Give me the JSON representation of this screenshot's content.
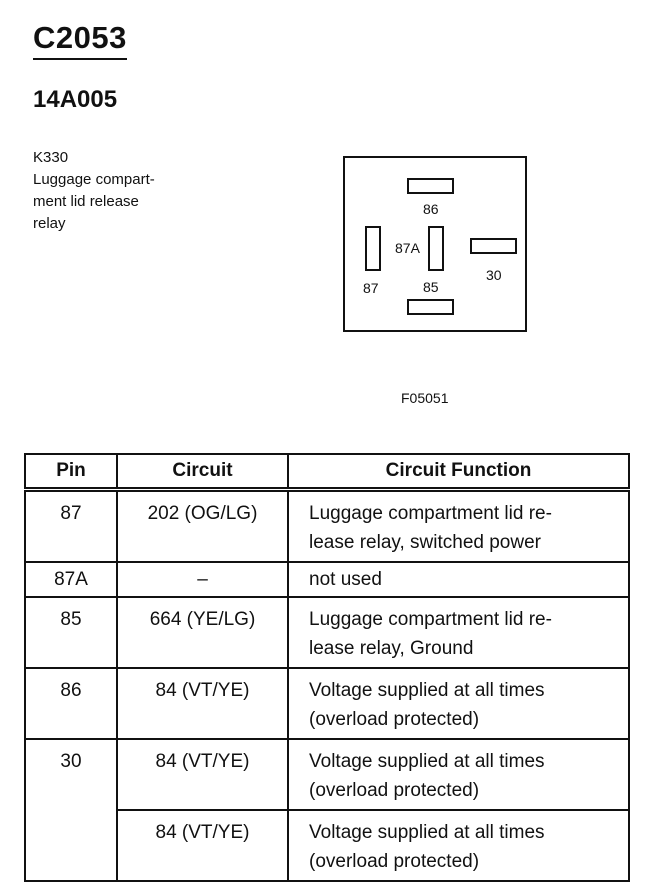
{
  "connector": "C2053",
  "part_number": "14A005",
  "component": {
    "code": "K330",
    "desc_lines": [
      "Luggage compart-",
      "ment lid release",
      "relay"
    ]
  },
  "relay_diagram": {
    "pins": [
      "86",
      "87A",
      "30",
      "87",
      "85"
    ],
    "figure_id": "F05051"
  },
  "table": {
    "headers": [
      "Pin",
      "Circuit",
      "Circuit Function"
    ],
    "rows": [
      {
        "pin": "87",
        "circuit": "202 (OG/LG)",
        "function_lines": [
          "Luggage compartment lid re-",
          "lease relay, switched power"
        ]
      },
      {
        "pin": "87A",
        "circuit": "–",
        "function_lines": [
          "not used"
        ]
      },
      {
        "pin": "85",
        "circuit": "664 (YE/LG)",
        "function_lines": [
          "Luggage compartment lid re-",
          "lease relay, Ground"
        ]
      },
      {
        "pin": "86",
        "circuit": "84 (VT/YE)",
        "function_lines": [
          "Voltage supplied at all times",
          "(overload protected)"
        ]
      },
      {
        "pin": "30",
        "circuit": "84 (VT/YE)",
        "function_lines": [
          "Voltage supplied at all times",
          "(overload protected)"
        ]
      },
      {
        "pin": "",
        "circuit": "84 (VT/YE)",
        "function_lines": [
          "Voltage supplied at all times",
          "(overload protected)"
        ]
      }
    ]
  }
}
